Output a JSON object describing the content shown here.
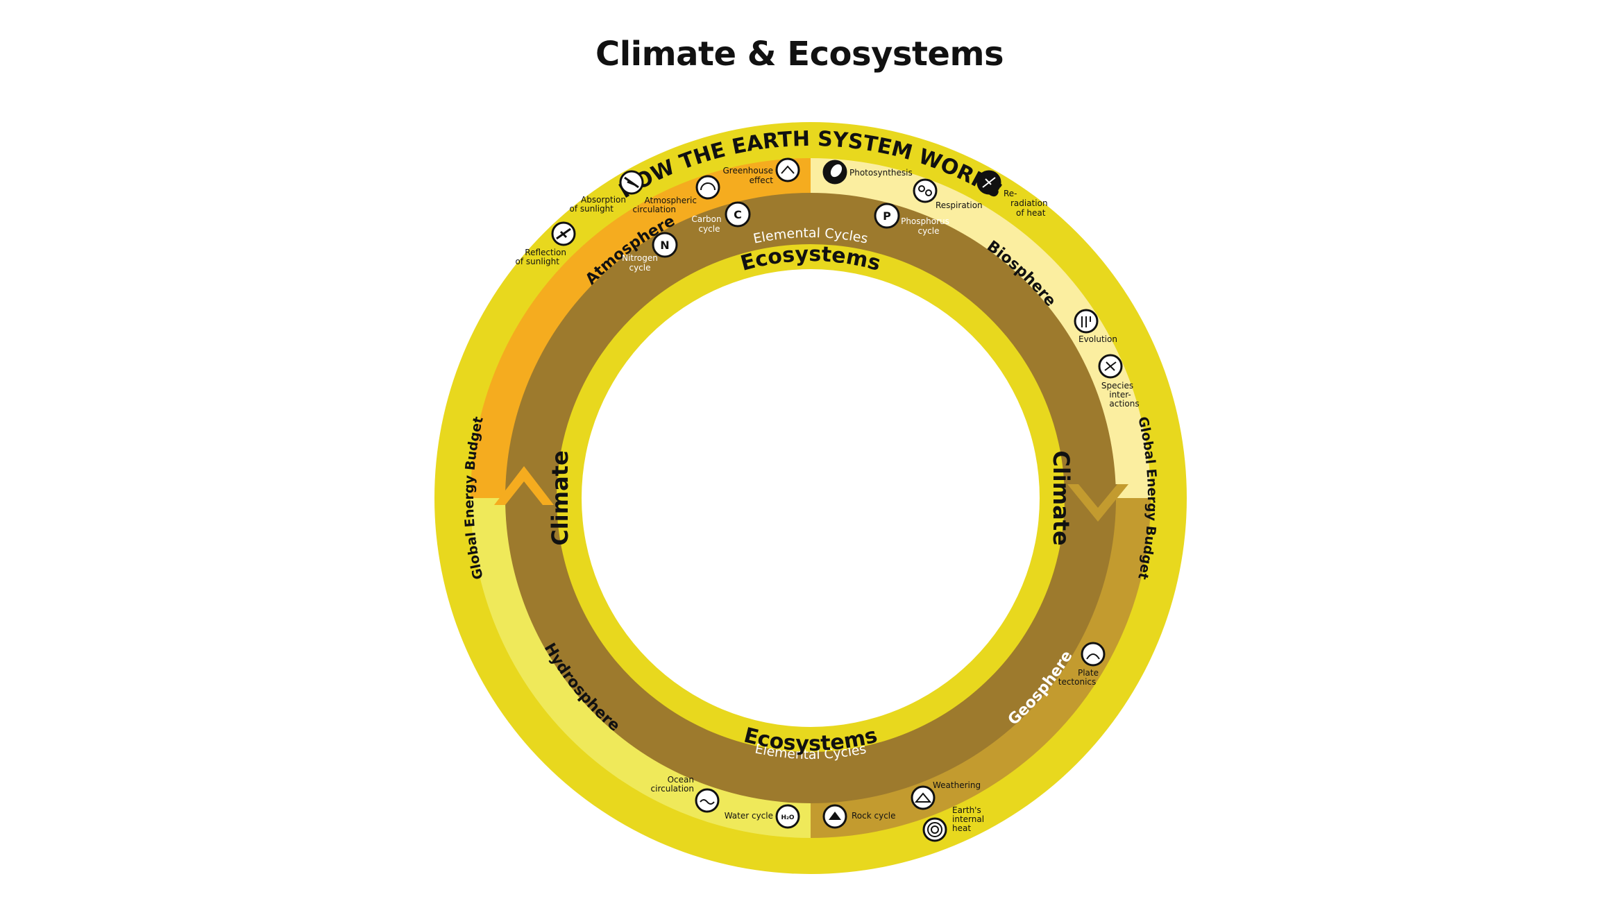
{
  "title": "Climate & Ecosystems",
  "header": "HOW THE EARTH SYSTEM WORKS",
  "spheres": {
    "atmosphere": "Atmosphere",
    "biosphere": "Biosphere",
    "hydrosphere": "Hydrosphere",
    "geosphere": "Geosphere"
  },
  "energy_left": "Global Energy Budget",
  "energy_right": "Global Energy Budget",
  "elemental_top": "Elemental Cycles",
  "elemental_bottom": "Elemental Cycles",
  "ecosystems_top": "Ecosystems",
  "ecosystems_bottom": "Ecosystems",
  "climate_left": "Climate",
  "climate_right": "Climate",
  "colors": {
    "outer_ring": "#e8d81e",
    "atmosphere": "#f5ac1f",
    "biosphere": "#fbeea0",
    "hydrosphere": "#efe95a",
    "geosphere": "#c39b2f",
    "flow": "#9d7a2d",
    "inner_ring": "#e8d81e"
  },
  "processes": {
    "reflection": [
      "Reflection",
      "of sunlight"
    ],
    "absorption": [
      "Absorption",
      "of sunlight"
    ],
    "atm_circ": [
      "Atmospheric",
      "circulation"
    ],
    "greenhouse": [
      "Greenhouse",
      "effect"
    ],
    "photosynthesis": [
      "Photosynthesis"
    ],
    "respiration": [
      "Respiration"
    ],
    "reradiation": [
      "Re-",
      "radiation",
      "of heat"
    ],
    "evolution": [
      "Evolution"
    ],
    "species": [
      "Species",
      "inter-",
      "actions"
    ],
    "plate": [
      "Plate",
      "tectonics"
    ],
    "weathering": [
      "Weathering"
    ],
    "earth_heat": [
      "Earth's",
      "internal",
      "heat"
    ],
    "rock": [
      "Rock cycle"
    ],
    "water": [
      "Water cycle"
    ],
    "ocean": [
      "Ocean",
      "circulation"
    ],
    "nitrogen": [
      "Nitrogen",
      "cycle"
    ],
    "carbon": [
      "Carbon",
      "cycle"
    ],
    "phosphorus": [
      "Phosphorus",
      "cycle"
    ]
  },
  "element_symbols": {
    "nitrogen": "N",
    "carbon": "C",
    "phosphorus": "P",
    "water": "H₂O"
  }
}
